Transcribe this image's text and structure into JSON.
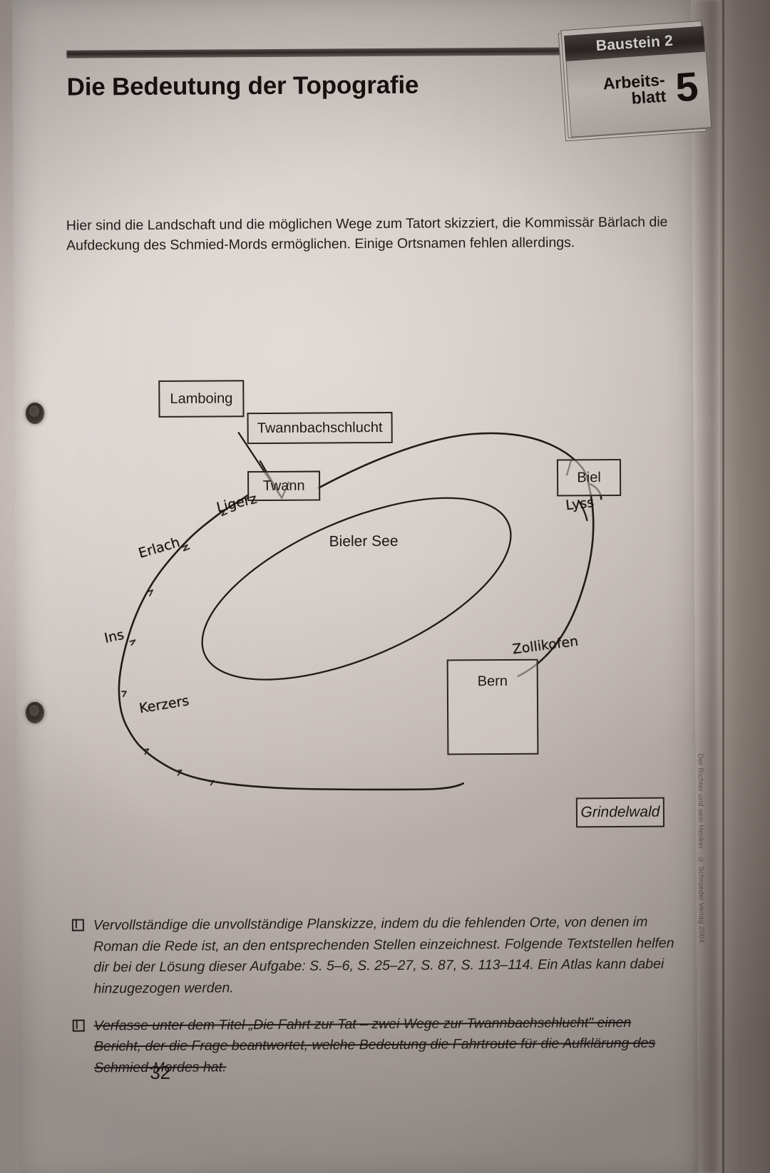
{
  "header": {
    "title": "Die Bedeutung der Topografie",
    "tab_band": "Baustein 2",
    "tab_sheet_label": "Arbeits-\nblatt",
    "tab_sheet_line1": "Arbeits-",
    "tab_sheet_line2": "blatt",
    "tab_number": "5"
  },
  "intro": {
    "text": "Hier sind die Landschaft und die möglichen Wege zum Tatort skizziert, die Kommissär Bärlach die Aufdeckung des Schmied-Mords ermöglichen. Einige Ortsnamen fehlen allerdings."
  },
  "map": {
    "lake_label": "Bieler See",
    "printed_boxes": [
      {
        "name": "lamboing",
        "label": "Lamboing"
      },
      {
        "name": "twannbachschlucht",
        "label": "Twannbachschlucht"
      },
      {
        "name": "twann",
        "label": "Twann"
      },
      {
        "name": "biel",
        "label": "Biel"
      },
      {
        "name": "bern",
        "label": "Bern"
      }
    ],
    "handwritten_labels": [
      {
        "name": "ligerz",
        "label": "Ligerz"
      },
      {
        "name": "erlach",
        "label": "Erlach"
      },
      {
        "name": "ins",
        "label": "Ins"
      },
      {
        "name": "kerzers",
        "label": "Kerzers"
      },
      {
        "name": "lyss",
        "label": "Lyss"
      },
      {
        "name": "zollikofen",
        "label": "Zollikofen"
      }
    ],
    "legend_box": "Grindelwald"
  },
  "tasks": [
    {
      "name": "task-1",
      "struck": false,
      "text": "Vervollständige die unvollständige Planskizze, indem du die fehlenden Orte, von denen im Roman die Rede ist, an den entsprechenden Stellen einzeichnest. Folgende Textstellen helfen dir bei der Lösung dieser Aufgabe: S. 5–6, S. 25–27, S. 87, S. 113–114. Ein Atlas kann dabei hinzugezogen werden."
    },
    {
      "name": "task-2",
      "struck": true,
      "text": "Verfasse unter dem Titel „Die Fahrt zur Tat – zwei Wege zur Twannbachschlucht\" einen Bericht, der die Frage beantwortet, welche Bedeutung die Fahrtroute für die Aufklärung des Schmied-Mordes hat."
    }
  ],
  "footer": {
    "page_number": "32",
    "copyright": "Der Richter und sein Henker · © Schroedel Verlag 2004"
  },
  "colors": {
    "ink": "#241f1d",
    "paper": "#d5cdc8",
    "tab_band": "#2e2825"
  }
}
